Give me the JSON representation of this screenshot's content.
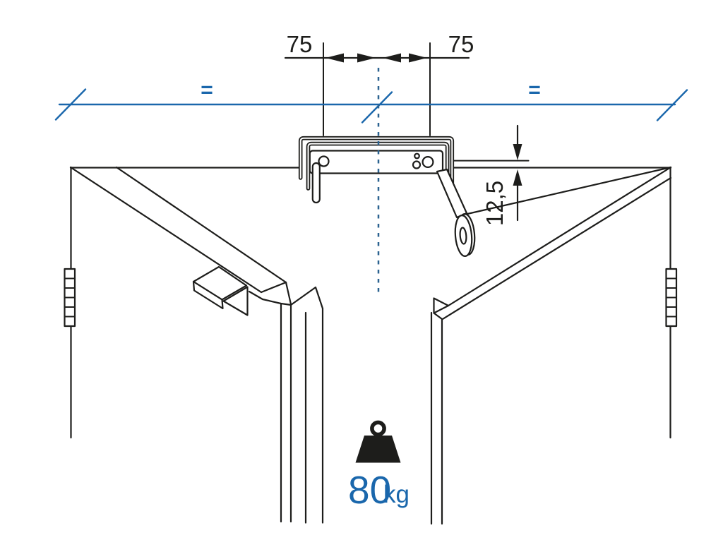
{
  "diagram": {
    "title": "sliding-door-hardware-mounting-diagram",
    "labels": {
      "dim_left": "75",
      "dim_right": "75",
      "clearance": "12,5",
      "equal_left": "=",
      "equal_right": "=",
      "weight_value": "80",
      "weight_unit": "kg"
    },
    "colors": {
      "line": "#1d1d1b",
      "accent_blue": "#1a67ac",
      "dash_blue": "#2b6290",
      "background": "#ffffff"
    }
  }
}
